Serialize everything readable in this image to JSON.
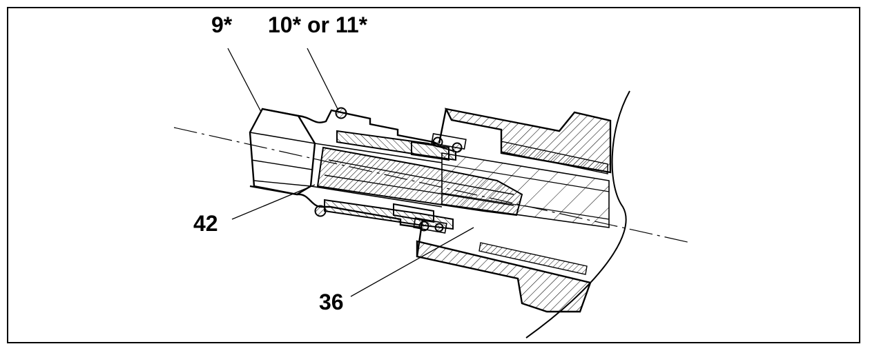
{
  "callouts": {
    "part_9": "9*",
    "part_10_11": "10* or 11*",
    "part_42": "42",
    "part_36": "36"
  },
  "colors": {
    "ink": "#000000",
    "paper": "#ffffff"
  }
}
